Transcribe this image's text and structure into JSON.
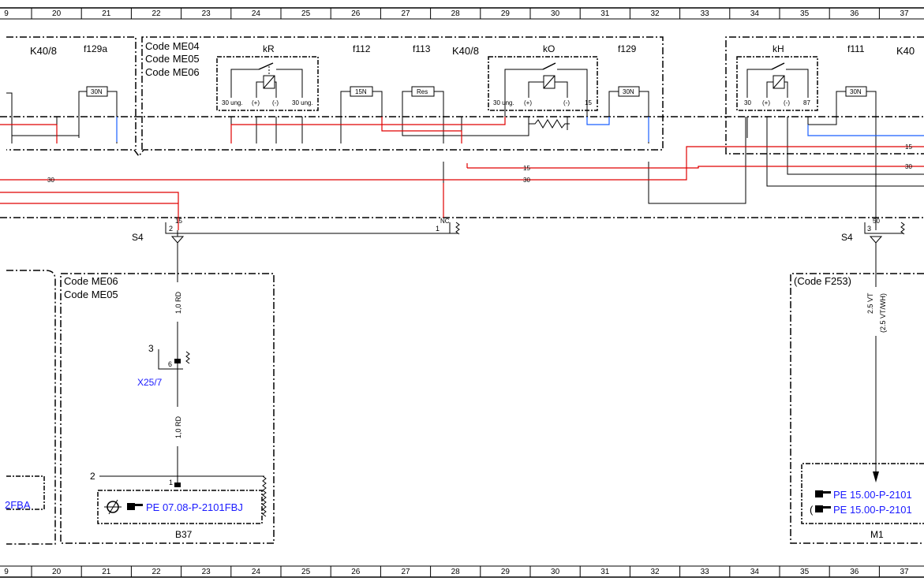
{
  "ruler": {
    "numbers": [
      "9",
      "20",
      "21",
      "22",
      "23",
      "24",
      "25",
      "26",
      "27",
      "28",
      "29",
      "30",
      "31",
      "32",
      "33",
      "34",
      "35",
      "36",
      "37"
    ]
  },
  "labels": {
    "k40_8_left": "K40/8",
    "f129a": "f129a",
    "code_me04": "Code ME04",
    "code_me05": "Code ME05",
    "code_me06": "Code ME06",
    "kR": "kR",
    "f112": "f112",
    "f113": "f113",
    "k40_8_mid": "K40/8",
    "kO": "kO",
    "f129": "f129",
    "kH": "kH",
    "f111": "f111",
    "k40_right": "K40",
    "s4_left": "S4",
    "s4_right": "S4",
    "code_me06_b": "Code ME06",
    "code_me05_b": "Code ME05",
    "x25_7": "X25/7",
    "pin3": "3",
    "pin6": "6",
    "pin2": "2",
    "pin1": "1",
    "b37": "B37",
    "m1": "M1",
    "code_f253": "(Code F253)",
    "fba": "2FBA",
    "s4_pin2": "2",
    "s4_pin1": "1",
    "s4_pin3": "3"
  },
  "pins": {
    "kR": [
      "30 ung.",
      "(+)",
      "(-)",
      "30 ung."
    ],
    "kO": [
      "30 ung.",
      "(+)",
      "(-)",
      "15"
    ],
    "kH": [
      "30",
      "(+)",
      "(-)",
      "87"
    ]
  },
  "fuses": {
    "f129a": "30N",
    "f112": "15N",
    "f113": "Res",
    "f129": "30N",
    "f111": "30N"
  },
  "wires": {
    "w30_left": "30",
    "w15_mid": "15",
    "w30_mid": "30",
    "w15_right": "15",
    "w30_right": "30",
    "w15_vert": "15",
    "nc": "NC",
    "w50": "50",
    "rd1": "1,0 RD",
    "rd2": "1,0 RD",
    "vt": "2.5 VT",
    "vtwh": "(2.5 VT/WH)"
  },
  "refs": {
    "b37_ref": "PE 07.08-P-2101FBJ",
    "m1_ref1": "PE 15.00-P-2101",
    "m1_ref2": "PE 15.00-P-2101"
  },
  "icons": {
    "pointer": "pointing-hand-icon",
    "sensor": "sensor-symbol-icon"
  },
  "colors": {
    "red": "#e00000",
    "blue": "#1a5fff",
    "ref_blue": "#1a1aff"
  }
}
